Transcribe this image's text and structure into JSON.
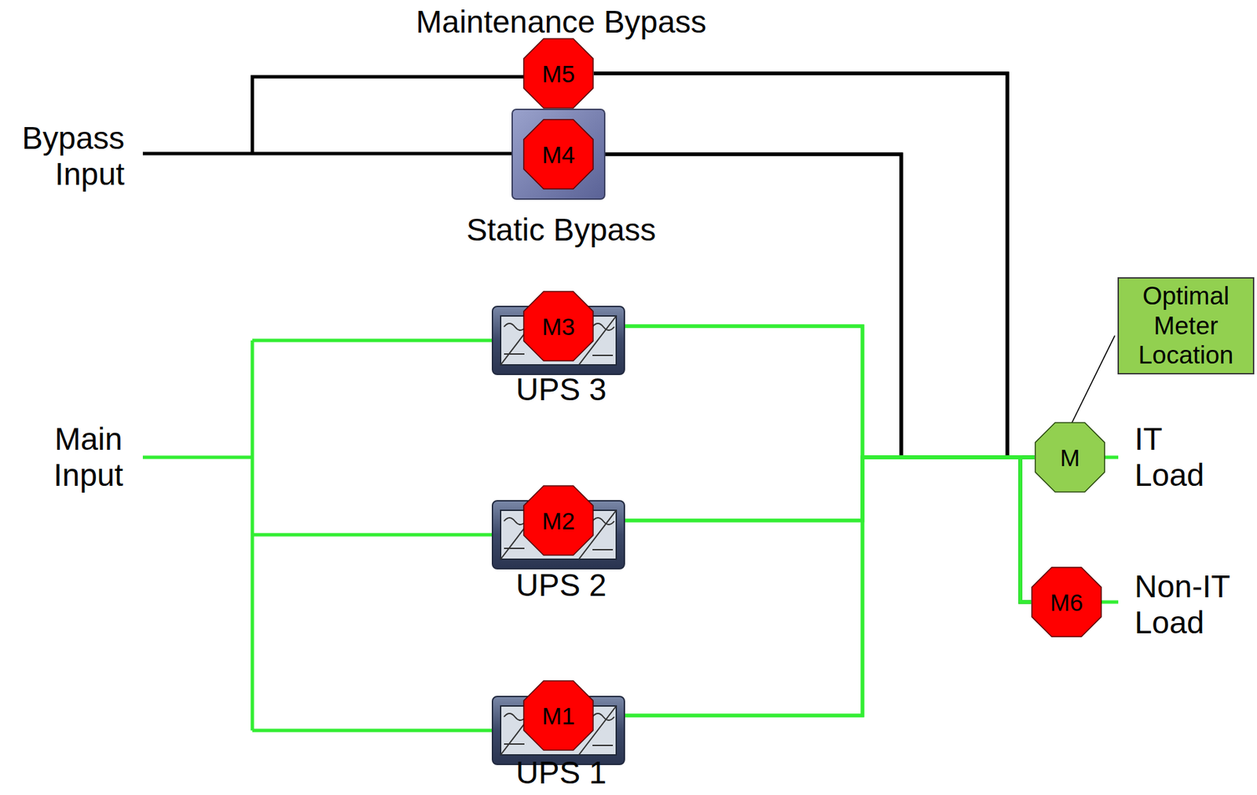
{
  "diagram": {
    "nodes": [
      {
        "text": [
          "M5"
        ]
      },
      {
        "text": [
          "M4"
        ]
      },
      {
        "text": [
          "M3"
        ]
      },
      {
        "text": [
          "M2"
        ]
      },
      {
        "text": [
          "M1"
        ]
      },
      {
        "text": [
          "Optimal Meter Location"
        ]
      },
      {
        "text": [
          "M"
        ]
      },
      {
        "text": [
          "M6"
        ]
      }
    ],
    "edges": [
      {
        "from": 0,
        "to": 6,
        "arrow": "none"
      },
      {
        "from": 1,
        "to": 6,
        "arrow": "none"
      },
      {
        "from": 2,
        "to": 6,
        "arrow": "none"
      },
      {
        "from": 3,
        "to": 6,
        "arrow": "none"
      },
      {
        "from": 4,
        "to": 6,
        "arrow": "none"
      },
      {
        "from": 0,
        "to": 7,
        "arrow": "none"
      },
      {
        "from": 1,
        "to": 7,
        "arrow": "none"
      },
      {
        "from": 2,
        "to": 7,
        "arrow": "none"
      },
      {
        "from": 3,
        "to": 7,
        "arrow": "none"
      },
      {
        "from": 4,
        "to": 7,
        "arrow": "none"
      },
      {
        "from": 5,
        "to": 6,
        "arrow": "none"
      }
    ],
    "labels": [
      "Maintenance Bypass",
      "Bypass Input",
      "Static Bypass",
      "UPS 3",
      "UPS 2",
      "UPS 1",
      "Main Input",
      "IT Load",
      "Non-IT Load"
    ]
  }
}
